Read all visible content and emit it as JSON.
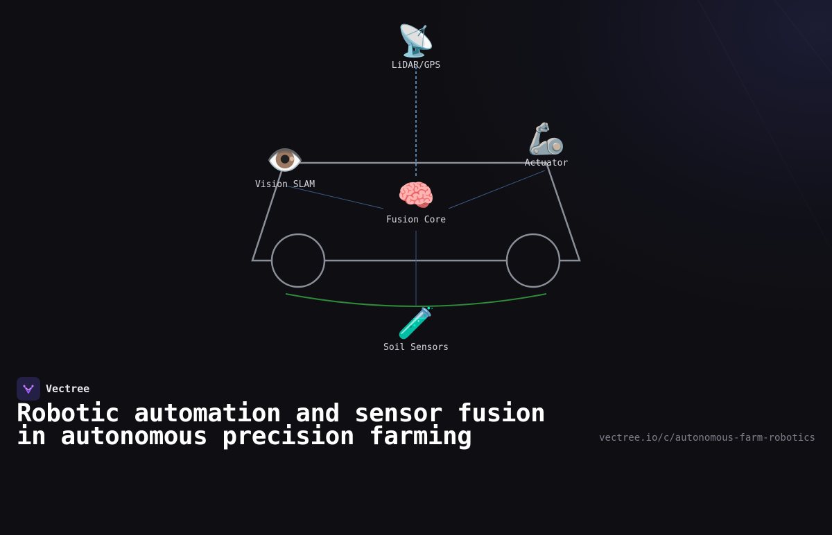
{
  "nodes": {
    "lidar": {
      "icon": "satellite-dish-icon",
      "emoji": "📡",
      "label": "LiDAR/GPS"
    },
    "vision": {
      "icon": "eye-icon",
      "emoji": "👁️",
      "label": "Vision SLAM"
    },
    "actuator": {
      "icon": "mechanical-arm-icon",
      "emoji": "🦾",
      "label": "Actuator"
    },
    "fusion": {
      "icon": "brain-icon",
      "emoji": "🧠",
      "label": "Fusion Core"
    },
    "soil": {
      "icon": "test-tube-icon",
      "emoji": "🧪",
      "label": "Soil Sensors"
    }
  },
  "brand": {
    "name": "Vectree",
    "logo_icon": "vectree-logo-icon"
  },
  "headline": {
    "line1": "Robotic automation and sensor fusion",
    "line2": "in autonomous precision farming"
  },
  "url": "vectree.io/c/autonomous-farm-robotics",
  "colors": {
    "background": "#0f0f13",
    "vehicle_outline": "#8a8f99",
    "lidar_link": "#5b9bd5",
    "vision_actuator_links": "#3b5a85",
    "ground_arc": "#2f8a3a",
    "logo_bg": "#241f45",
    "logo_accent": "#a855f7"
  }
}
